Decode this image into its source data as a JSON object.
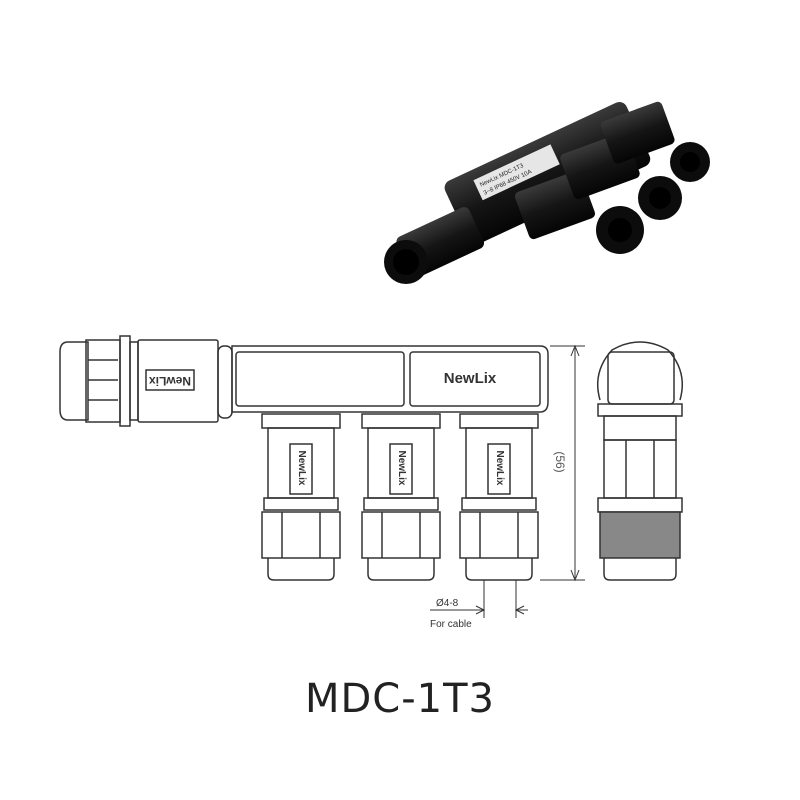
{
  "product": {
    "model": "MDC-1T3",
    "brand_logo": "NewLix",
    "photo_label_lines": [
      "NewLix MDC-1T3",
      "3~8  IP68 450V 10A"
    ]
  },
  "dimensions": {
    "height_label": "(56)",
    "cable_diameter_label": "Ø4-8",
    "cable_note": "For cable"
  },
  "colors": {
    "line": "#333333",
    "product_body": "#111111",
    "background": "#ffffff"
  }
}
